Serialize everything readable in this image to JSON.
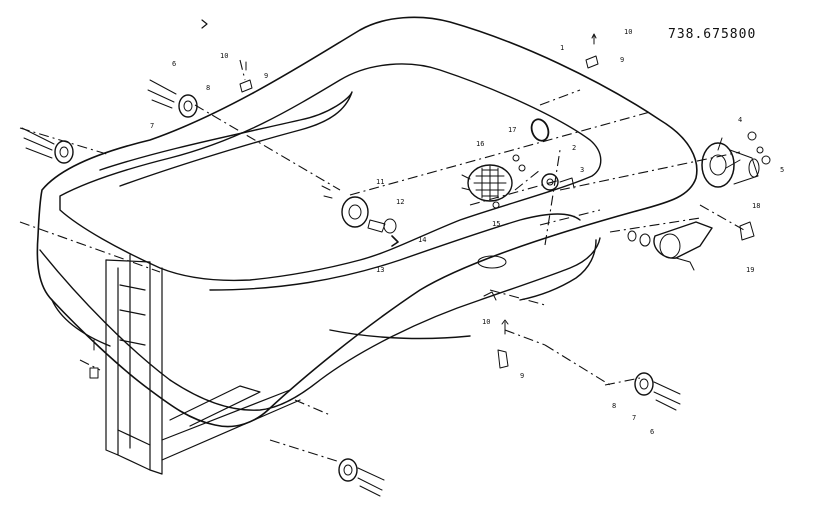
{
  "model_number": "738.675800",
  "callouts": [
    "1",
    "2",
    "3",
    "4",
    "5",
    "6",
    "7",
    "8",
    "9",
    "10",
    "11",
    "12",
    "13",
    "14",
    "15",
    "16",
    "17",
    "18",
    "19"
  ]
}
